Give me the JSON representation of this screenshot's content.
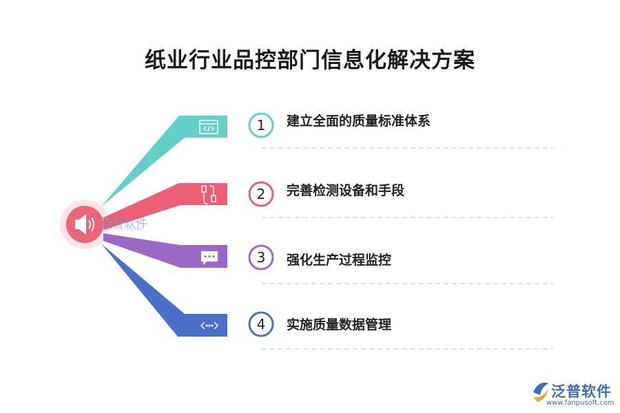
{
  "title": "纸业行业品控部门信息化解决方案",
  "items": [
    {
      "number": "1",
      "label": "建立全面的质量标准体系",
      "color": "#62cfc8",
      "icon": "code-window-icon"
    },
    {
      "number": "2",
      "label": "完善检测设备和手段",
      "color": "#ea5f74",
      "icon": "usb-cable-icon"
    },
    {
      "number": "3",
      "label": "强化生产过程监控",
      "color": "#9d68c5",
      "icon": "chat-bubble-icon"
    },
    {
      "number": "4",
      "label": "实施质量数据管理",
      "color": "#4a70c7",
      "icon": "code-arrows-icon"
    }
  ],
  "center_icon": "speaker-icon",
  "center_color": "#e8657a",
  "watermark": {
    "name": "泛普软件",
    "sub": "FANPU SOFTWARE"
  },
  "logo": {
    "name": "泛普软件",
    "url": "www.fanpusoft.com",
    "color": "#3d6fb6"
  }
}
